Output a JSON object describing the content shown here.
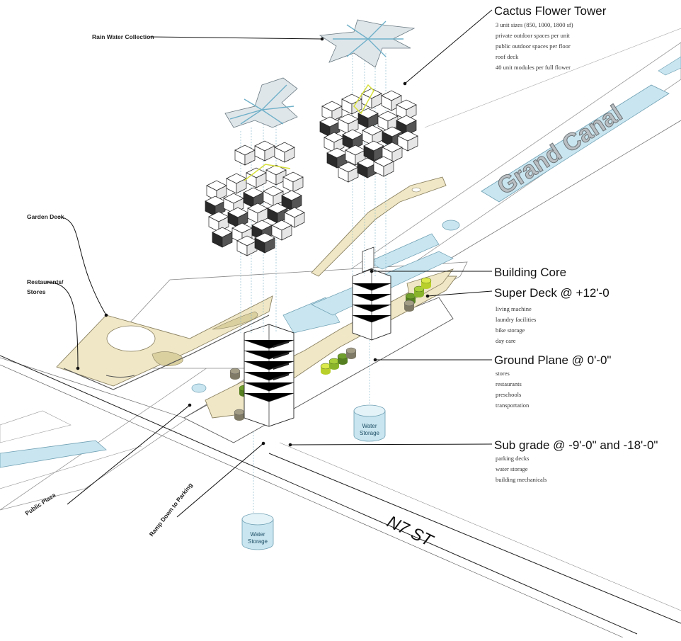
{
  "diagram": {
    "callouts": {
      "cactus_tower": {
        "title": "Cactus Flower Tower",
        "lines": [
          "3 unit sizes (850, 1000, 1800 sf)",
          "private outdoor spaces per unit",
          "public outdoor spaces per floor",
          "roof deck",
          "40 unit modules per full flower"
        ]
      },
      "building_core": {
        "title": "Building Core"
      },
      "super_deck": {
        "title": "Super Deck @ +12'-0",
        "lines": [
          "living machine",
          "laundry facilities",
          "bike storage",
          "day care"
        ]
      },
      "ground_plane": {
        "title": "Ground Plane @ 0'-0\"",
        "lines": [
          "stores",
          "restaurants",
          "preschools",
          "transportation"
        ]
      },
      "sub_grade": {
        "title": "Sub grade @ -9'-0\" and -18'-0\"",
        "lines": [
          "parking decks",
          "water storage",
          "building mechanicals"
        ]
      }
    },
    "labels": {
      "rain_water": "Rain Water Collection",
      "garden_deck": "Garden Deck",
      "restaurants_1": "Restaurants/",
      "restaurants_2": "Stores",
      "public_plaza": "Public Plaza",
      "ramp": "Ramp Down to Parking",
      "street": "N7 ST",
      "canal": "Grand Canal"
    },
    "water_storage": {
      "line1": "Water",
      "line2": "Storage"
    },
    "colors": {
      "deck": "#efe7c6",
      "deck_stroke": "#8a8060",
      "water": "#c9e6f0",
      "water_stroke": "#6f9fb3",
      "green_dark": "#6f9e2c",
      "green_light": "#c6e34a",
      "tan": "#a39d86",
      "line": "#222222"
    }
  }
}
